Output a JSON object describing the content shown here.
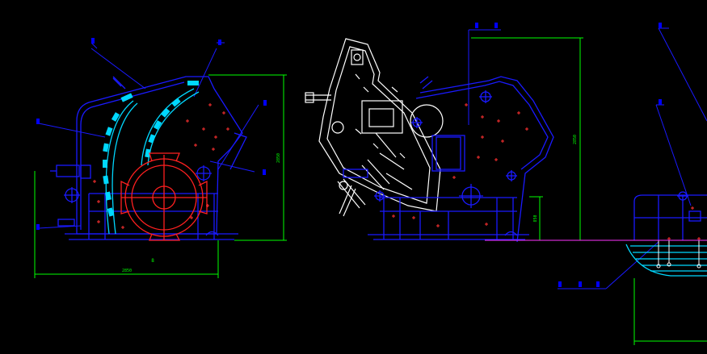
{
  "drawing": {
    "background": "#000000",
    "colors": {
      "outline": "#1a1aff",
      "detail": "#3050ff",
      "liner": "#00d8ff",
      "rotor": "#ff2020",
      "marks": "#ff3030",
      "dimension": "#00ff00",
      "white": "#ffffff",
      "accent": "#ff33ff",
      "label": "#0000ff"
    },
    "labels": {
      "height_left": "2850",
      "width_left": "2850",
      "height_right": "2850",
      "height_right_small": "850",
      "bottom_mark": "8"
    }
  }
}
